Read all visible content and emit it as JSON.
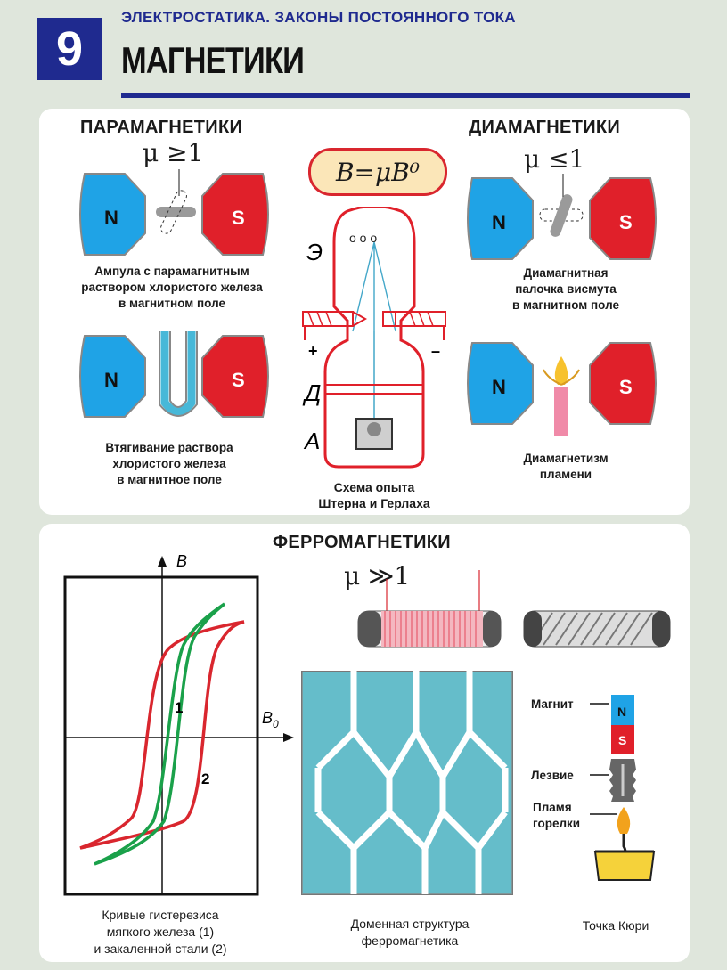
{
  "header": {
    "number": "9",
    "subtitle": "ЭЛЕКТРОСТАТИКА. ЗАКОНЫ ПОСТОЯННОГО ТОКА",
    "title": "МАГНЕТИКИ"
  },
  "paramagnetics": {
    "title": "ПАРАМАГНЕТИКИ",
    "mu": "μ ≥1",
    "pole_n": "N",
    "pole_s": "S",
    "caption1_l1": "Ампула с парамагнитным",
    "caption1_l2": "раствором хлористого железа",
    "caption1_l3": "в магнитном поле",
    "caption2_l1": "Втягивание раствора",
    "caption2_l2": "хлористого железа",
    "caption2_l3": "в магнитное поле"
  },
  "center": {
    "formula": "B=μB⁰",
    "label_e": "Э",
    "label_d": "Д",
    "label_a": "А",
    "plus": "+",
    "minus": "–",
    "caption_l1": "Схема опыта",
    "caption_l2": "Штерна и Герлаха"
  },
  "diamagnetics": {
    "title": "ДИАМАГНЕТИКИ",
    "mu": "μ ≤1",
    "pole_n": "N",
    "pole_s": "S",
    "caption1_l1": "Диамагнитная",
    "caption1_l2": "палочка висмута",
    "caption1_l3": "в магнитном поле",
    "caption2_l1": "Диамагнетизм",
    "caption2_l2": "пламени"
  },
  "ferromagnetics": {
    "title": "ФЕРРОМАГНЕТИКИ",
    "mu": "μ ≫1",
    "axis_b": "B",
    "axis_b0": "B",
    "axis_b0_sub": "0",
    "curve1_label": "1",
    "curve2_label": "2",
    "graph_caption_l1": "Кривые гистерезиса",
    "graph_caption_l2": "мягкого железа (1)",
    "graph_caption_l3": "и закаленной стали (2)",
    "domain_caption_l1": "Доменная структура",
    "domain_caption_l2": "ферромагнетика",
    "curie_magnet": "Магнит",
    "curie_blade": "Лезвие",
    "curie_flame_l1": "Пламя",
    "curie_flame_l2": "горелки",
    "curie_n": "N",
    "curie_s": "S",
    "curie_caption": "Точка Кюри"
  },
  "colors": {
    "accent_blue": "#1f2a8f",
    "pole_n": "#1fa3e6",
    "pole_s": "#e0202a",
    "curve_soft": "#1aa14a",
    "curve_hard": "#d9262e"
  }
}
